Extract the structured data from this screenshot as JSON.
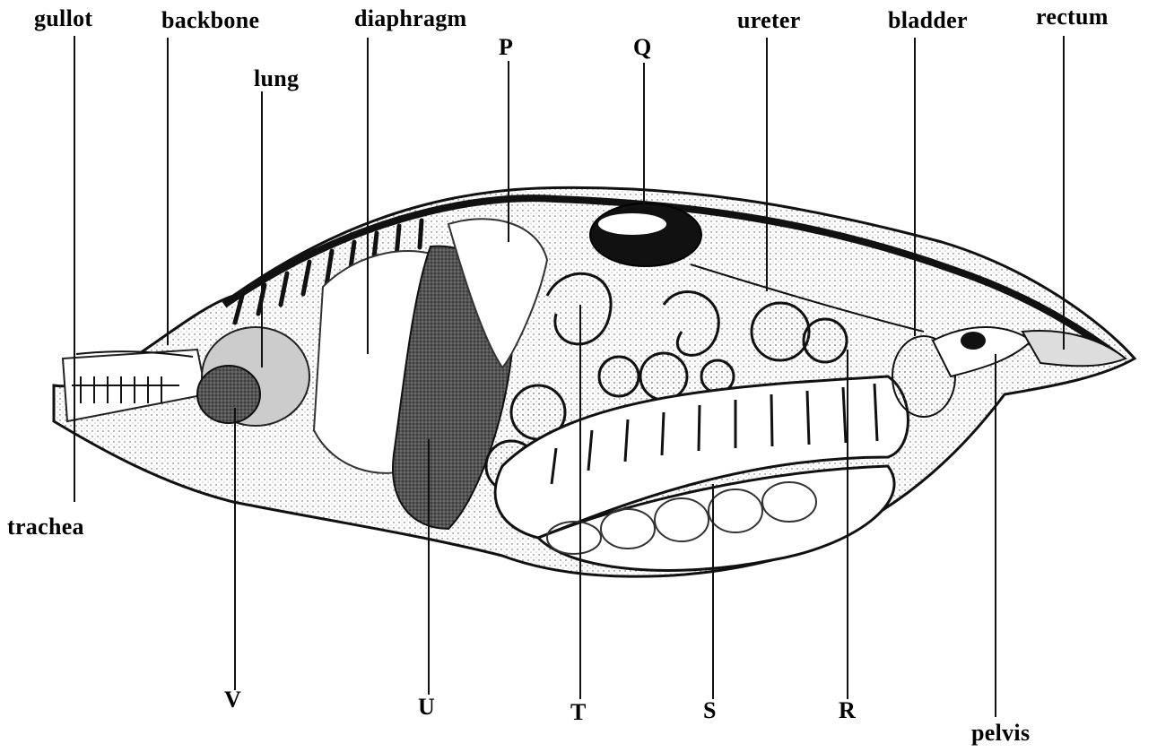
{
  "diagram": {
    "labels": {
      "gullot": "gullot",
      "backbone": "backbone",
      "diaphragm": "diaphragm",
      "lung": "lung",
      "p": "P",
      "q": "Q",
      "ureter": "ureter",
      "bladder": "bladder",
      "rectum": "rectum",
      "trachea": "trachea",
      "v": "V",
      "u": "U",
      "t": "T",
      "s": "S",
      "r": "R",
      "pelvis": "pelvis"
    }
  }
}
